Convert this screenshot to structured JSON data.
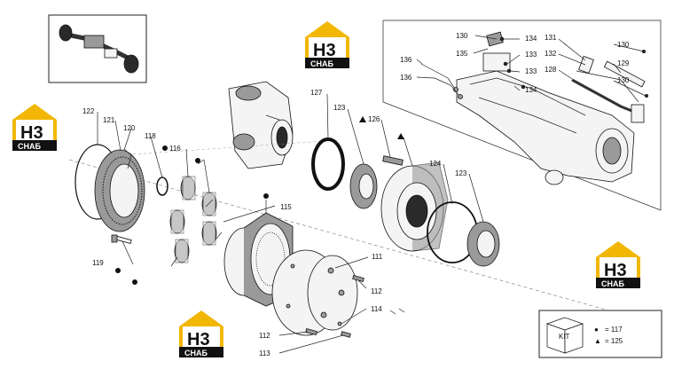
{
  "diagram": {
    "part_labels": [
      {
        "id": "p130a",
        "text": "130"
      },
      {
        "id": "p135",
        "text": "135"
      },
      {
        "id": "p134a",
        "text": "134"
      },
      {
        "id": "p133a",
        "text": "133"
      },
      {
        "id": "p133b",
        "text": "133"
      },
      {
        "id": "p134b",
        "text": "134"
      },
      {
        "id": "p131",
        "text": "131"
      },
      {
        "id": "p132",
        "text": "132"
      },
      {
        "id": "p128",
        "text": "128"
      },
      {
        "id": "p130b",
        "text": "130"
      },
      {
        "id": "p129",
        "text": "129"
      },
      {
        "id": "p130c",
        "text": "130"
      },
      {
        "id": "p136a",
        "text": "136"
      },
      {
        "id": "p136b",
        "text": "136"
      },
      {
        "id": "p127",
        "text": "127"
      },
      {
        "id": "p123a",
        "text": "123"
      },
      {
        "id": "p126",
        "text": "126"
      },
      {
        "id": "p124",
        "text": "124"
      },
      {
        "id": "p123b",
        "text": "123"
      },
      {
        "id": "p122",
        "text": "122"
      },
      {
        "id": "p121",
        "text": "121"
      },
      {
        "id": "p120",
        "text": "120"
      },
      {
        "id": "p118",
        "text": "118"
      },
      {
        "id": "p116",
        "text": "116"
      },
      {
        "id": "p115",
        "text": "115"
      },
      {
        "id": "p119",
        "text": "119"
      },
      {
        "id": "p111",
        "text": "111"
      },
      {
        "id": "p112a",
        "text": "112"
      },
      {
        "id": "p114",
        "text": "114"
      },
      {
        "id": "p112b",
        "text": "112"
      },
      {
        "id": "p113",
        "text": "113"
      }
    ],
    "kit_box": {
      "title": "KIT",
      "rows": [
        {
          "symbol": "●",
          "text": "= 117"
        },
        {
          "symbol": "▲",
          "text": "= 125"
        }
      ]
    },
    "watermark": {
      "mark": "H3",
      "brand": "СНАБ"
    },
    "colors": {
      "watermark_yellow": "#f2b705",
      "watermark_black": "#111111",
      "line": "#222222"
    }
  }
}
